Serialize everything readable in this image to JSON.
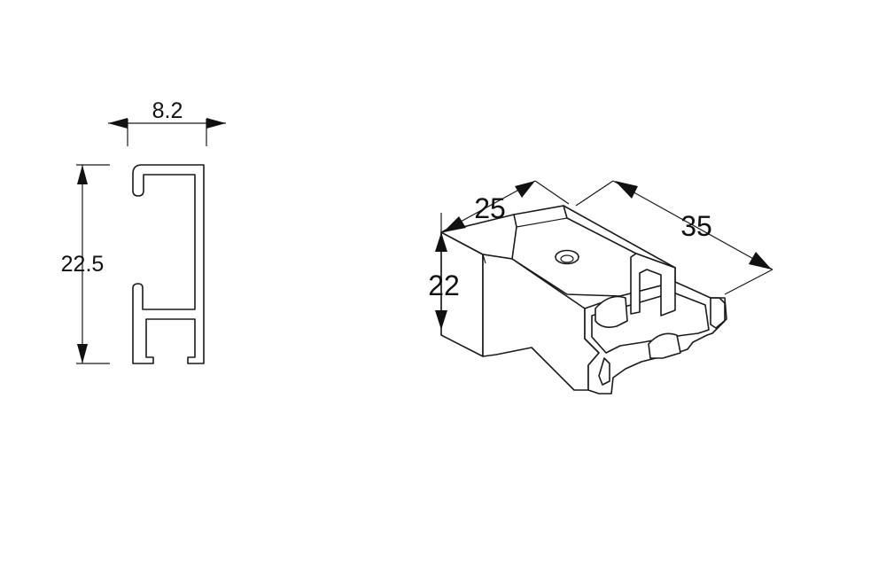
{
  "profile": {
    "width_label": "8.2",
    "height_label": "22.5"
  },
  "bracket": {
    "depth_label": "25",
    "height_label": "22",
    "length_label": "35"
  }
}
